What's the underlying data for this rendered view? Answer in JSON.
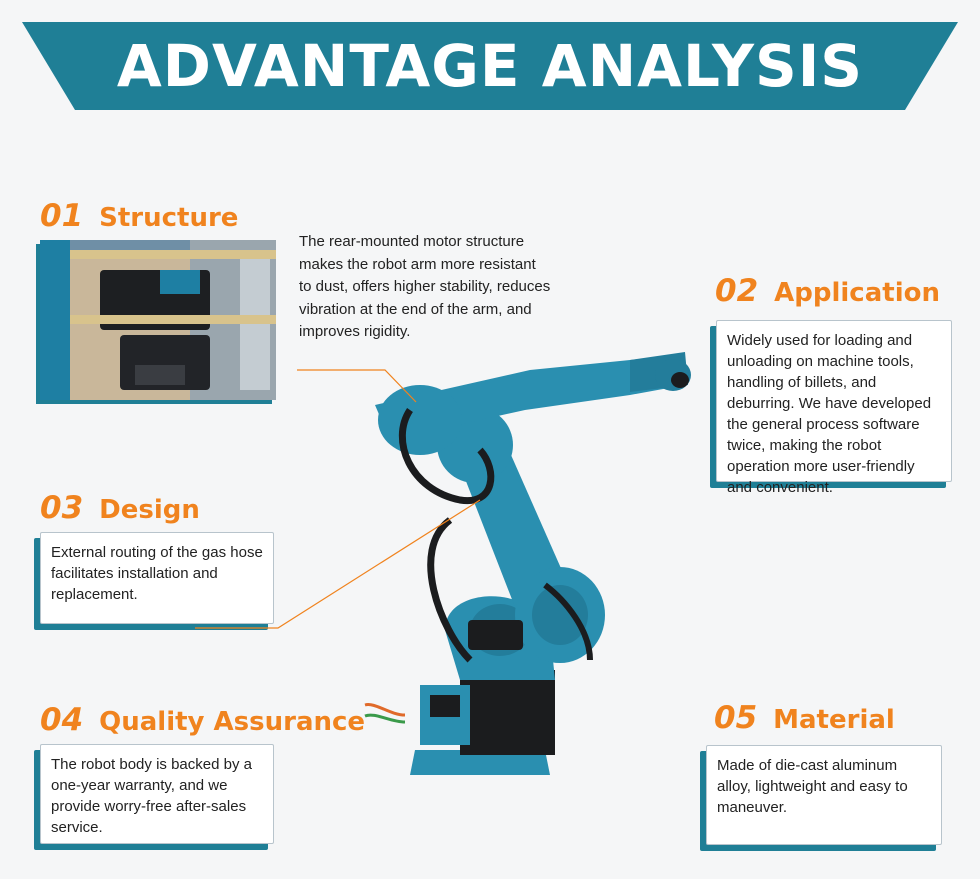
{
  "title": "ADVANTAGE ANALYSIS",
  "colors": {
    "teal": "#1f7f96",
    "orange": "#f0831e",
    "robot_blue": "#2a8fb0"
  },
  "sections": [
    {
      "num": "01",
      "title": "Structure",
      "text": "The rear-mounted motor structure makes the robot arm more resistant to dust, offers higher stability, reduces vibration at the end of the arm, and improves rigidity."
    },
    {
      "num": "02",
      "title": "Application",
      "text": "Widely used for loading and unloading on machine tools, handling of billets, and deburring. We have developed the general process software twice, making the robot operation more user-friendly and convenient."
    },
    {
      "num": "03",
      "title": "Design",
      "text": "External routing of the gas hose facilitates installation and replacement."
    },
    {
      "num": "04",
      "title": "Quality Assurance",
      "text": "The robot body is backed by a one-year warranty, and we provide worry-free after-sales service."
    },
    {
      "num": "05",
      "title": "Material",
      "text": "Made of die-cast aluminum alloy, lightweight and easy to maneuver."
    }
  ]
}
